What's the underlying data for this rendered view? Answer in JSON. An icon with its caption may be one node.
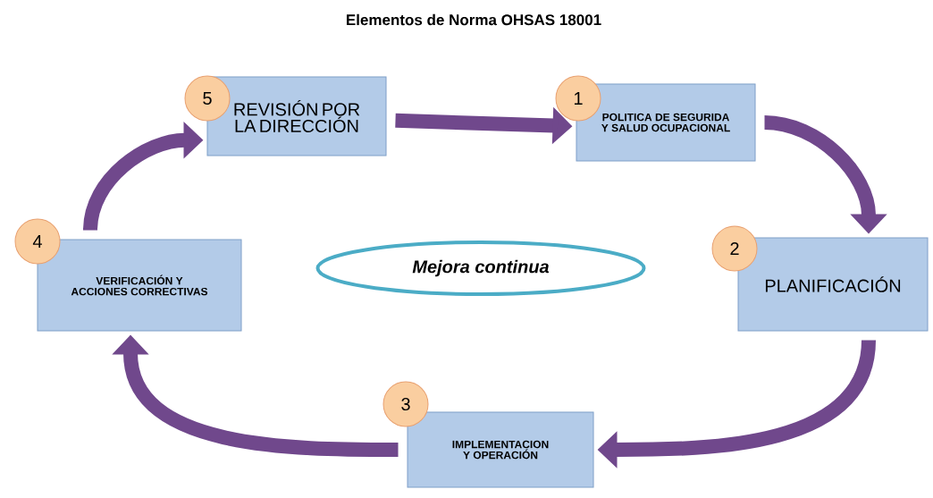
{
  "diagram": {
    "title": "Elementos de Norma OHSAS 18001",
    "nodes": [
      {
        "text": [
          "REVISIÓN POR LA DIRECCIÓN"
        ]
      },
      {
        "text": [
          "5"
        ]
      },
      {
        "text": [
          "POLITICA DE SEGURIDA Y SALUD OCUPACIONAL"
        ]
      },
      {
        "text": [
          "1"
        ]
      },
      {
        "text": [
          "PLANIFICACIÓN"
        ]
      },
      {
        "text": [
          "2"
        ]
      },
      {
        "text": [
          "IMPLEMENTACION Y OPERACIÓN"
        ]
      },
      {
        "text": [
          "3"
        ]
      },
      {
        "text": [
          "VERIFICACIÓN Y ACCIONES CORRECTIVAS"
        ]
      },
      {
        "text": [
          "4"
        ]
      },
      {
        "text": [
          "Mejora continua"
        ]
      }
    ],
    "edges": [
      {
        "from": 0,
        "to": 2,
        "arrow": "to"
      },
      {
        "from": 2,
        "to": 4,
        "arrow": "to"
      },
      {
        "from": 4,
        "to": 6,
        "arrow": "to"
      },
      {
        "from": 6,
        "to": 8,
        "arrow": "to"
      },
      {
        "from": 8,
        "to": 0,
        "arrow": "to"
      }
    ]
  }
}
